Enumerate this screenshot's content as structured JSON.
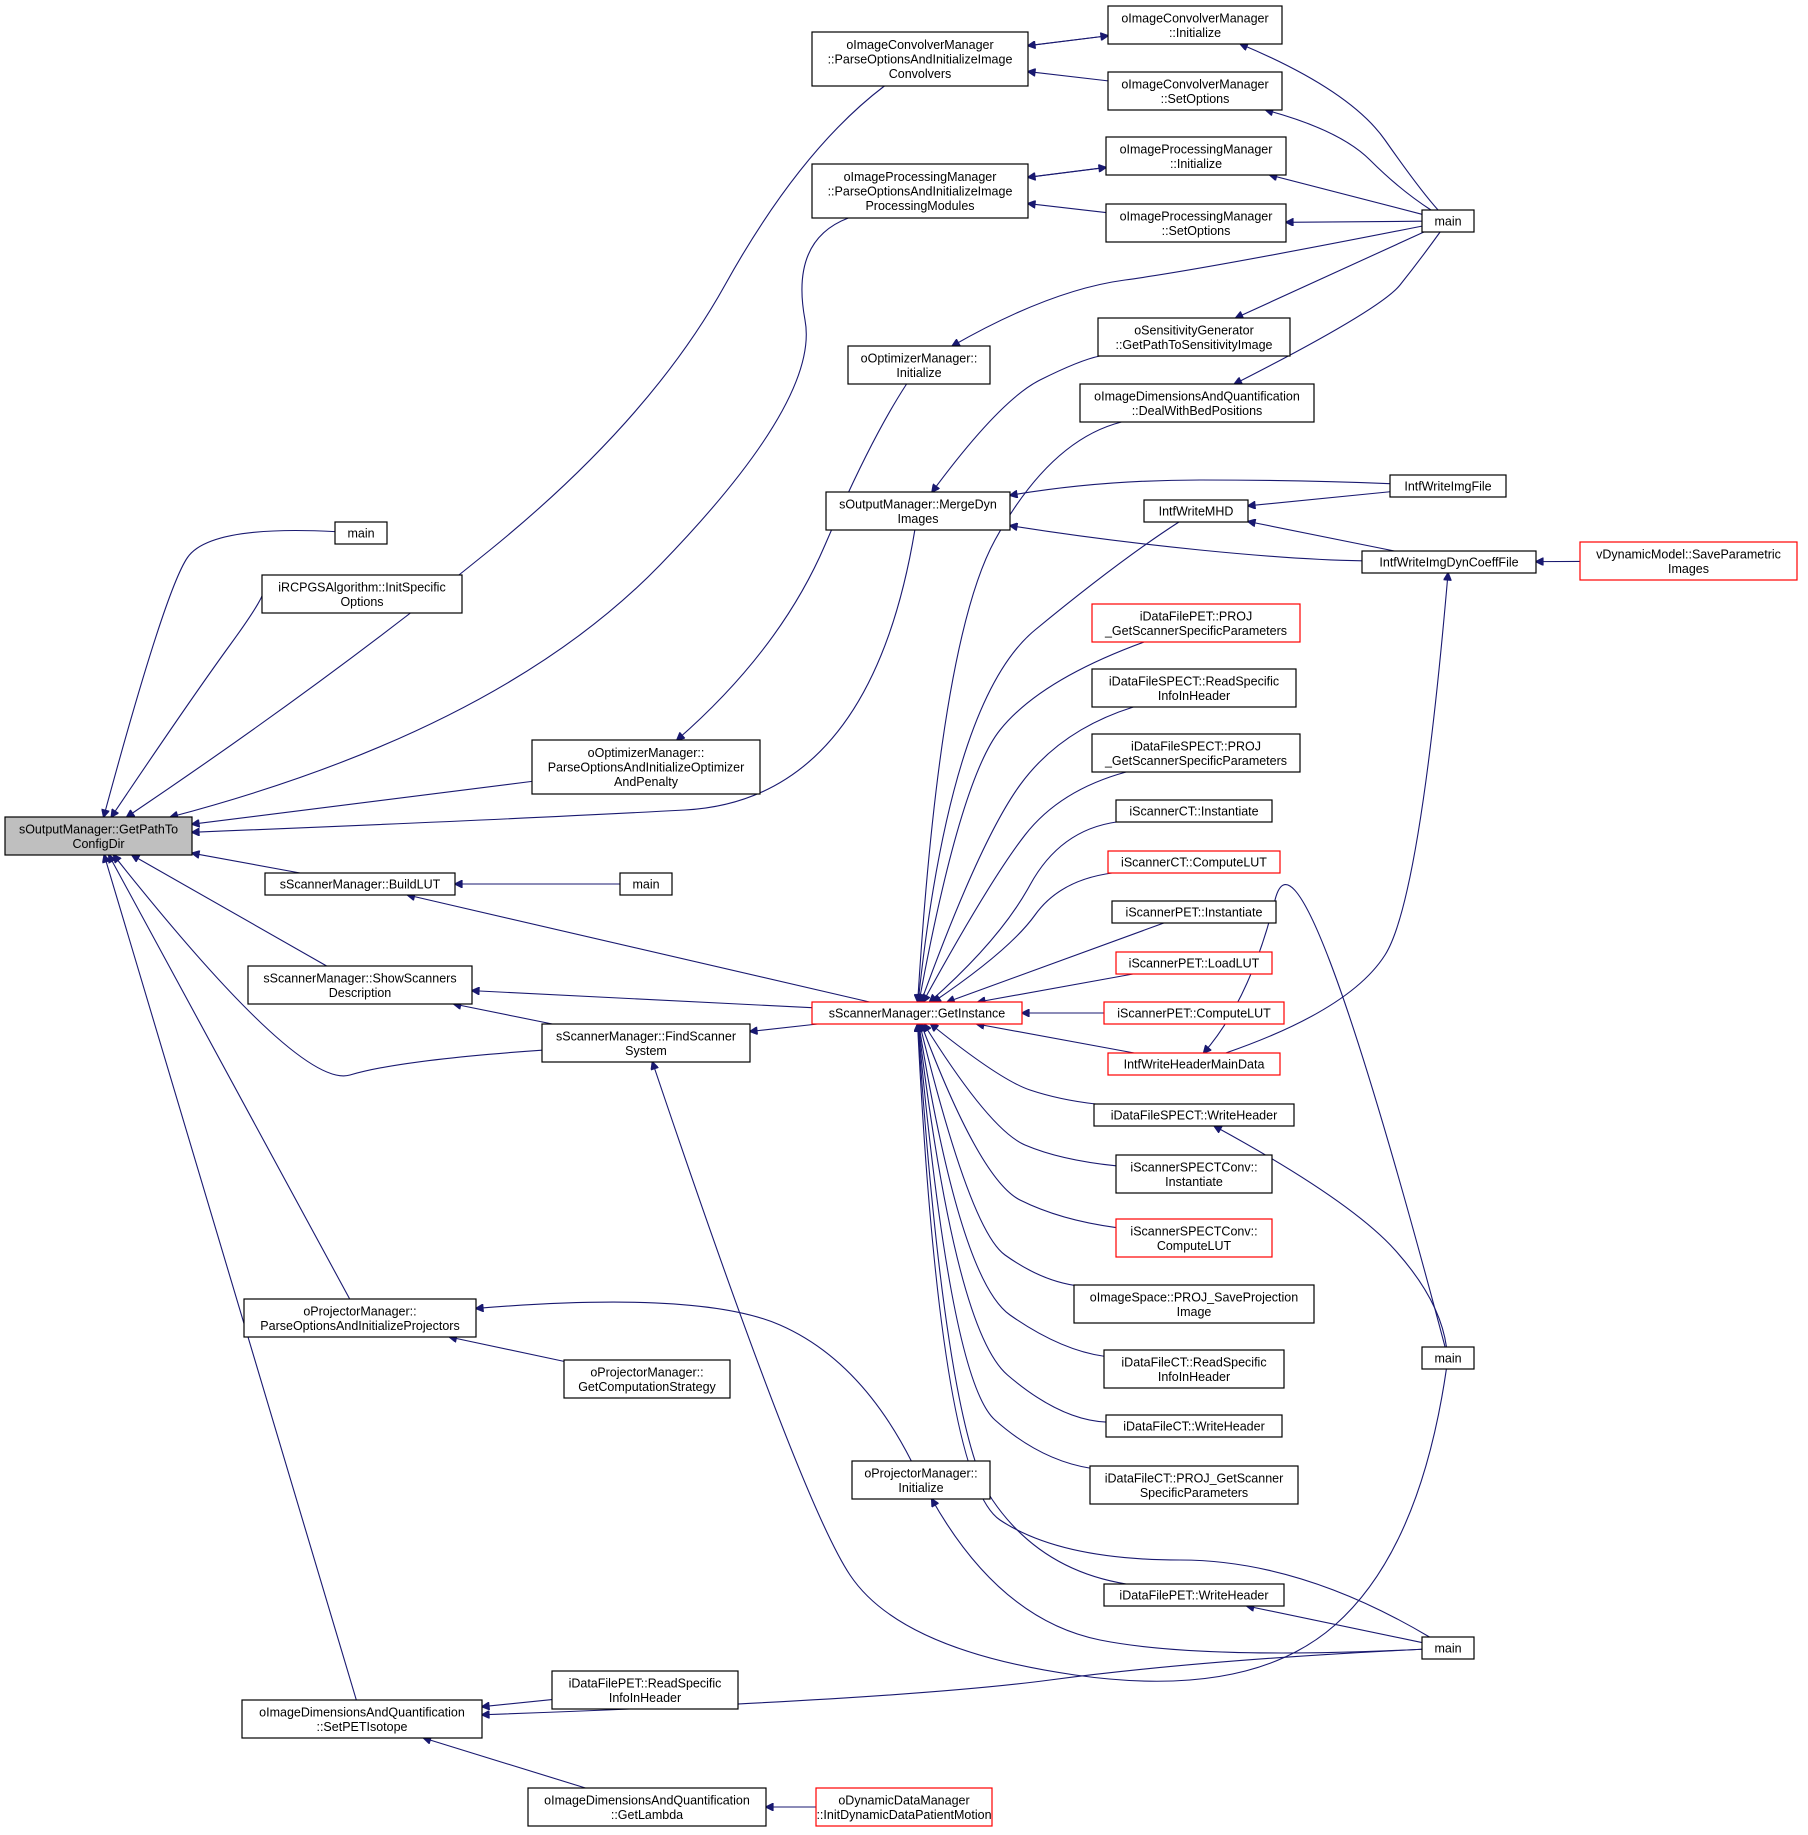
{
  "nodes": {
    "n_root": {
      "lines": [
        "sOutputManager::GetPathTo",
        "ConfigDir"
      ],
      "red": false
    },
    "n_main1": {
      "lines": [
        "main"
      ],
      "red": false
    },
    "n_ircpgs": {
      "lines": [
        "iRCPGSAlgorithm::InitSpecific",
        "Options"
      ],
      "red": false
    },
    "n_optparse": {
      "lines": [
        "oOptimizerManager::",
        "ParseOptionsAndInitializeOptimizer",
        "AndPenalty"
      ],
      "red": false
    },
    "n_buildlut": {
      "lines": [
        "sScannerManager::BuildLUT"
      ],
      "red": false
    },
    "n_main2": {
      "lines": [
        "main"
      ],
      "red": false
    },
    "n_showscan": {
      "lines": [
        "sScannerManager::ShowScanners",
        "Description"
      ],
      "red": false
    },
    "n_findscan": {
      "lines": [
        "sScannerManager::FindScanner",
        "System"
      ],
      "red": false
    },
    "n_projparse": {
      "lines": [
        "oProjectorManager::",
        "ParseOptionsAndInitializeProjectors"
      ],
      "red": false
    },
    "n_projstrat": {
      "lines": [
        "oProjectorManager::",
        "GetComputationStrategy"
      ],
      "red": false
    },
    "n_projinit": {
      "lines": [
        "oProjectorManager::",
        "Initialize"
      ],
      "red": false
    },
    "n_setpet": {
      "lines": [
        "oImageDimensionsAndQuantification",
        "::SetPETIsotope"
      ],
      "red": false
    },
    "n_dfpetreadinfo": {
      "lines": [
        "iDataFilePET::ReadSpecific",
        "InfoInHeader"
      ],
      "red": false
    },
    "n_getlambda": {
      "lines": [
        "oImageDimensionsAndQuantification",
        "::GetLambda"
      ],
      "red": false
    },
    "n_dynmotion": {
      "lines": [
        "oDynamicDataManager",
        "::InitDynamicDataPatientMotion"
      ],
      "red": true
    },
    "n_convparse": {
      "lines": [
        "oImageConvolverManager",
        "::ParseOptionsAndInitializeImage",
        "Convolvers"
      ],
      "red": false
    },
    "n_convinit": {
      "lines": [
        "oImageConvolverManager",
        "::Initialize"
      ],
      "red": false
    },
    "n_convset": {
      "lines": [
        "oImageConvolverManager",
        "::SetOptions"
      ],
      "red": false
    },
    "n_procparse": {
      "lines": [
        "oImageProcessingManager",
        "::ParseOptionsAndInitializeImage",
        "ProcessingModules"
      ],
      "red": false
    },
    "n_procinit": {
      "lines": [
        "oImageProcessingManager",
        "::Initialize"
      ],
      "red": false
    },
    "n_procset": {
      "lines": [
        "oImageProcessingManager",
        "::SetOptions"
      ],
      "red": false
    },
    "n_main3": {
      "lines": [
        "main"
      ],
      "red": false
    },
    "n_optinit": {
      "lines": [
        "oOptimizerManager::",
        "Initialize"
      ],
      "red": false
    },
    "n_sensgen": {
      "lines": [
        "oSensitivityGenerator",
        "::GetPathToSensitivityImage"
      ],
      "red": false
    },
    "n_dealbed": {
      "lines": [
        "oImageDimensionsAndQuantification",
        "::DealWithBedPositions"
      ],
      "red": false
    },
    "n_mergedyn": {
      "lines": [
        "sOutputManager::MergeDyn",
        "Images"
      ],
      "red": false
    },
    "n_writemhd": {
      "lines": [
        "IntfWriteMHD"
      ],
      "red": false
    },
    "n_writeimg": {
      "lines": [
        "IntfWriteImgFile"
      ],
      "red": false
    },
    "n_writedyn": {
      "lines": [
        "IntfWriteImgDynCoeffFile"
      ],
      "red": false
    },
    "n_saveparam": {
      "lines": [
        "vDynamicModel::SaveParametric",
        "Images"
      ],
      "red": true
    },
    "n_dfpetproj": {
      "lines": [
        "iDataFilePET::PROJ",
        "_GetScannerSpecificParameters"
      ],
      "red": true
    },
    "n_dfspectread": {
      "lines": [
        "iDataFileSPECT::ReadSpecific",
        "InfoInHeader"
      ],
      "red": false
    },
    "n_dfspectproj": {
      "lines": [
        "iDataFileSPECT::PROJ",
        "_GetScannerSpecificParameters"
      ],
      "red": false
    },
    "n_ctinst": {
      "lines": [
        "iScannerCT::Instantiate"
      ],
      "red": false
    },
    "n_ctlut": {
      "lines": [
        "iScannerCT::ComputeLUT"
      ],
      "red": true
    },
    "n_petinst": {
      "lines": [
        "iScannerPET::Instantiate"
      ],
      "red": false
    },
    "n_petload": {
      "lines": [
        "iScannerPET::LoadLUT"
      ],
      "red": true
    },
    "n_getinst": {
      "lines": [
        "sScannerManager::GetInstance"
      ],
      "red": true
    },
    "n_petlut": {
      "lines": [
        "iScannerPET::ComputeLUT"
      ],
      "red": true
    },
    "n_whmain": {
      "lines": [
        "IntfWriteHeaderMainData"
      ],
      "red": true
    },
    "n_dfspectwh": {
      "lines": [
        "iDataFileSPECT::WriteHeader"
      ],
      "red": false
    },
    "n_spectinst": {
      "lines": [
        "iScannerSPECTConv::",
        "Instantiate"
      ],
      "red": false
    },
    "n_spectlut": {
      "lines": [
        "iScannerSPECTConv::",
        "ComputeLUT"
      ],
      "red": true
    },
    "n_imgspace": {
      "lines": [
        "oImageSpace::PROJ_SaveProjection",
        "Image"
      ],
      "red": false
    },
    "n_dfctread": {
      "lines": [
        "iDataFileCT::ReadSpecific",
        "InfoInHeader"
      ],
      "red": false
    },
    "n_dfctwh": {
      "lines": [
        "iDataFileCT::WriteHeader"
      ],
      "red": false
    },
    "n_dfctproj": {
      "lines": [
        "iDataFileCT::PROJ_GetScanner",
        "SpecificParameters"
      ],
      "red": false
    },
    "n_dfpetwh": {
      "lines": [
        "iDataFilePET::WriteHeader"
      ],
      "red": false
    },
    "n_main4": {
      "lines": [
        "main"
      ],
      "red": false
    },
    "n_main5": {
      "lines": [
        "main"
      ],
      "red": false
    }
  }
}
